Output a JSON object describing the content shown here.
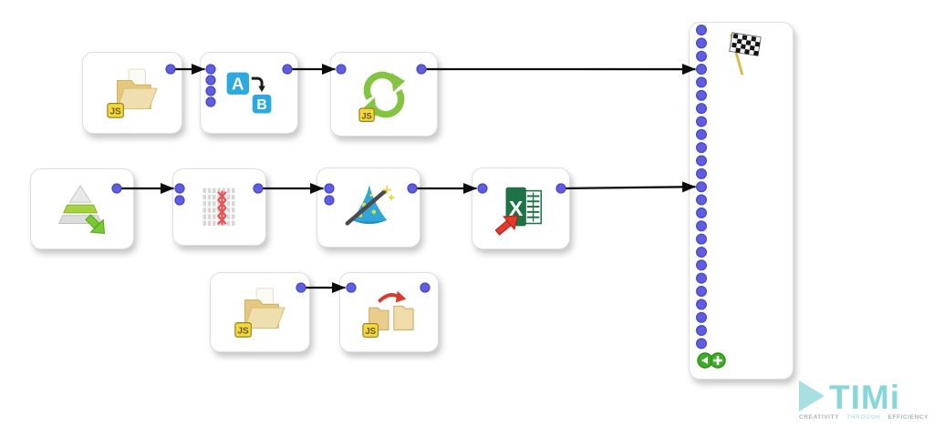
{
  "diagram": {
    "nodes": [
      {
        "id": "readFolder1",
        "name": "read-folder-js",
        "icon": "folder-open-js"
      },
      {
        "id": "translateAB",
        "name": "translate-ab",
        "icon": "translate-ab"
      },
      {
        "id": "loopJS",
        "name": "refresh-loop-js",
        "icon": "refresh-loop-js"
      },
      {
        "id": "pyramidExport",
        "name": "pyramid-export",
        "icon": "pyramid-export"
      },
      {
        "id": "tableFilter",
        "name": "table-filter",
        "icon": "table-filter-red"
      },
      {
        "id": "wizard",
        "name": "wizard-hat",
        "icon": "wizard-hat"
      },
      {
        "id": "excel",
        "name": "excel-import",
        "icon": "excel-import"
      },
      {
        "id": "readFolder2",
        "name": "read-folder-js-2",
        "icon": "folder-open-js"
      },
      {
        "id": "folderCopy",
        "name": "folder-copy-js",
        "icon": "folder-copy-js"
      },
      {
        "id": "sink",
        "name": "finish-flag-collector",
        "icon": "checkered-flag"
      }
    ],
    "edges": [
      {
        "from": "readFolder1:out0",
        "to": "translateAB:in0"
      },
      {
        "from": "translateAB:out0",
        "to": "loopJS:in0"
      },
      {
        "from": "loopJS:out0",
        "to": "sink:in3"
      },
      {
        "from": "pyramidExport:out0",
        "to": "tableFilter:in0"
      },
      {
        "from": "tableFilter:out0",
        "to": "wizard:in0"
      },
      {
        "from": "wizard:out0",
        "to": "excel:in0"
      },
      {
        "from": "excel:out0",
        "to": "sink:in12"
      },
      {
        "from": "readFolder2:out0",
        "to": "folderCopy:in0"
      }
    ],
    "sink_input_count": 25,
    "colors": {
      "port": "#5e5ee0",
      "port_edge": "#4646c8",
      "arrow": "#0c0c0c",
      "node_border": "#dedede",
      "add_button_green": "#3fae27",
      "js_badge_yellow": "#f2d83c",
      "excel_green": "#1e7245",
      "recycle_green": "#85c441",
      "ab_blue": "#2ba9e0",
      "red_mark": "#e25555",
      "folder_tan": "#eed9a0",
      "logo_teal": "#6accd0"
    }
  },
  "logo": {
    "brand": "TIMi",
    "tagline": [
      "CREATIVITY",
      "THROUGH",
      "EFFICIENCY"
    ]
  }
}
